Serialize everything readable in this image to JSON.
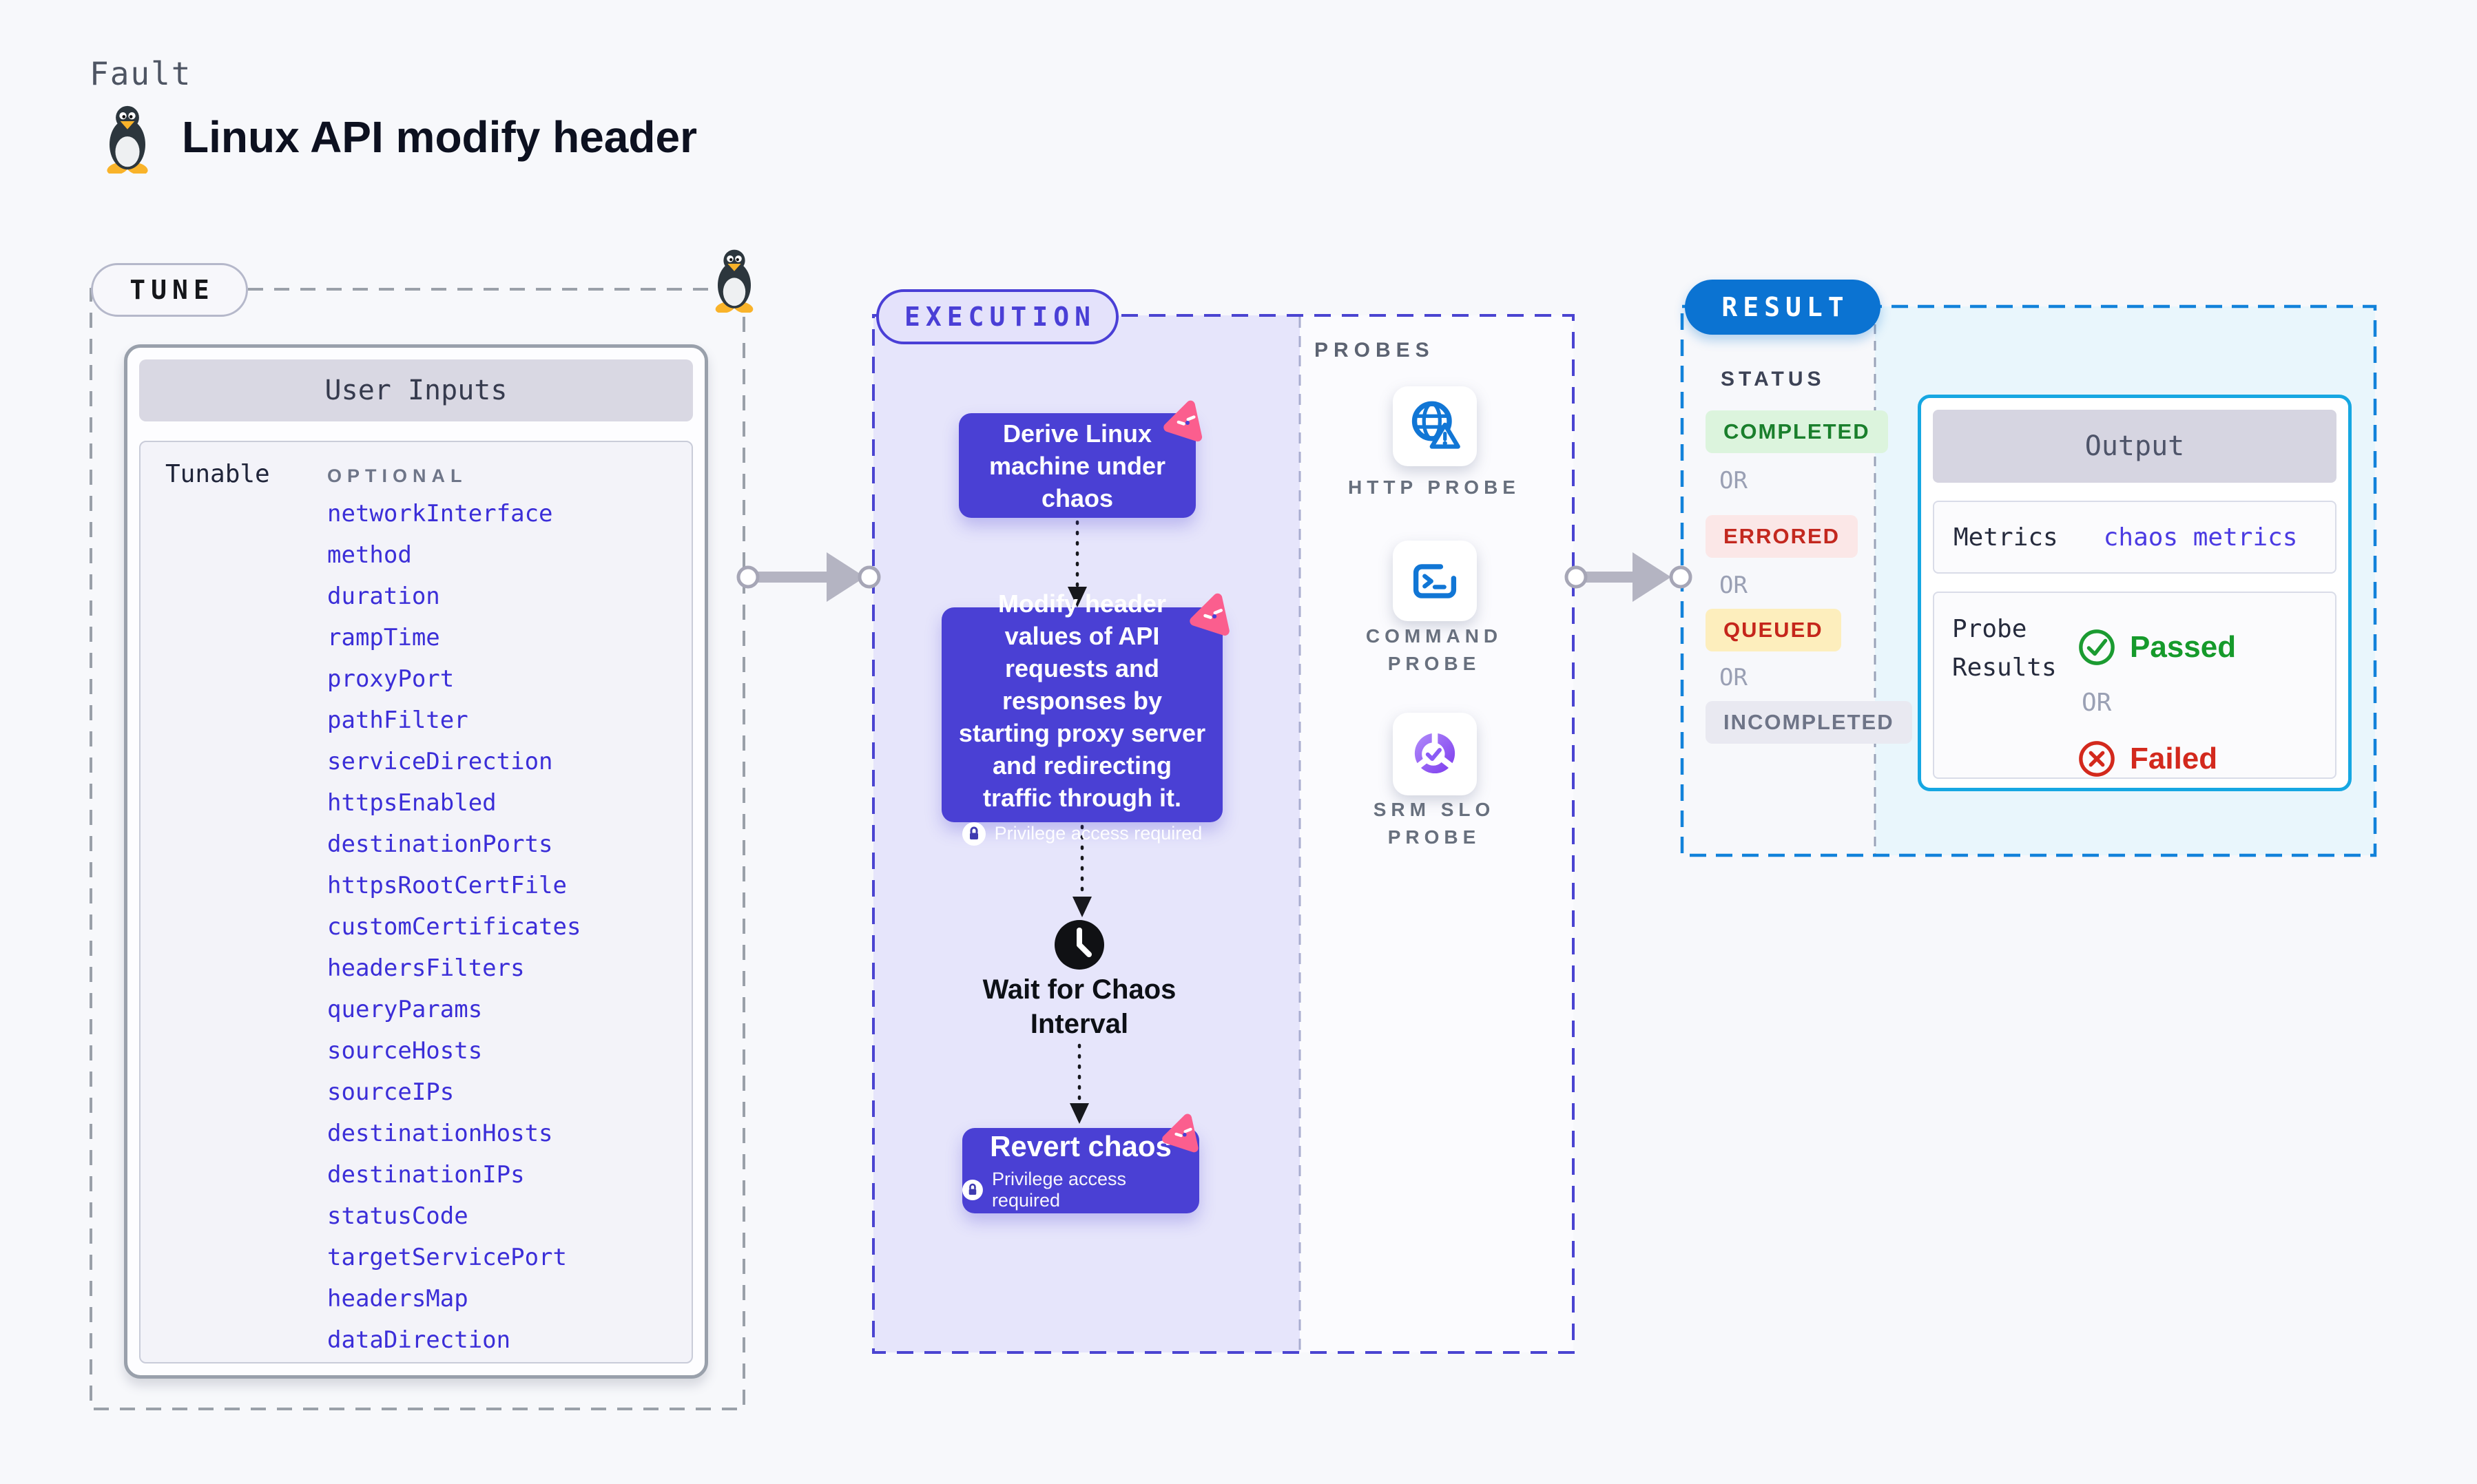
{
  "header": {
    "kind_label": "Fault",
    "title": "Linux API modify header"
  },
  "tune": {
    "pill_label": "TUNE",
    "table_title": "User Inputs",
    "row_label": "Tunable",
    "optional_label": "OPTIONAL",
    "params": [
      "networkInterface",
      "method",
      "duration",
      "rampTime",
      "proxyPort",
      "pathFilter",
      "serviceDirection",
      "httpsEnabled",
      "destinationPorts",
      "httpsRootCertFile",
      "customCertificates",
      "headersFilters",
      "queryParams",
      "sourceHosts",
      "sourceIPs",
      "destinationHosts",
      "destinationIPs",
      "statusCode",
      "targetServicePort",
      "headersMap",
      "dataDirection"
    ]
  },
  "execution": {
    "pill_label": "EXECUTION",
    "derive_node_label": "Derive Linux machine under chaos",
    "fault_node_label": "Modify header values of API requests and responses by starting proxy server and redirecting traffic through it.",
    "privilege_label": "Privilege access required",
    "wait_label": "Wait for Chaos Interval",
    "revert_node_label": "Revert chaos"
  },
  "probes": {
    "section_label": "PROBES",
    "items": [
      {
        "label": "HTTP PROBE",
        "icon": "globe-alert-icon"
      },
      {
        "label": "COMMAND PROBE",
        "icon": "terminal-icon"
      },
      {
        "label": "SRM SLO PROBE",
        "icon": "slo-donut-check-icon"
      }
    ]
  },
  "result": {
    "pill_label": "RESULT",
    "status_label": "STATUS",
    "or_label": "OR",
    "statuses": [
      {
        "label": "COMPLETED",
        "color": "#1a7f2c"
      },
      {
        "label": "ERRORED",
        "color": "#c3281f"
      },
      {
        "label": "QUEUED",
        "color": "#c5261b"
      },
      {
        "label": "INCOMPLETED",
        "color": "#6e7487"
      }
    ],
    "output": {
      "title": "Output",
      "metrics_label": "Metrics",
      "metrics_value": "chaos metrics",
      "probe_results_label": "Probe\nResults",
      "passed_label": "Passed",
      "failed_label": "Failed"
    }
  },
  "icons": {
    "tux-icon": "linux penguin mascot",
    "litmus-chaos-icon": "pink chaos triangle",
    "lock-icon": "privilege lock",
    "clock-icon": "wait interval clock",
    "globe-alert-icon": "globe with warning triangle",
    "terminal-icon": "command prompt window",
    "slo-donut-check-icon": "purple donut chart with check",
    "check-circle-icon": "green passed check",
    "x-circle-icon": "red failed cross",
    "arrow-icon": "gray flow arrow"
  },
  "colors": {
    "page_bg": "#f7f8fb",
    "param_blue": "#3b2ed8",
    "node_indigo": "#4a40d4",
    "execution_panel": "#e6e5fb",
    "execution_border": "#4a44d1",
    "probe_icon_blue": "#1176d5",
    "litmus_pink": "#fb5e8e",
    "result_border": "#1282da",
    "result_pill": "#0b73d2",
    "result_panel": "#e9f6fc",
    "output_border": "#16a7e2",
    "passed_green": "#169a2b",
    "failed_red": "#d3291d"
  }
}
